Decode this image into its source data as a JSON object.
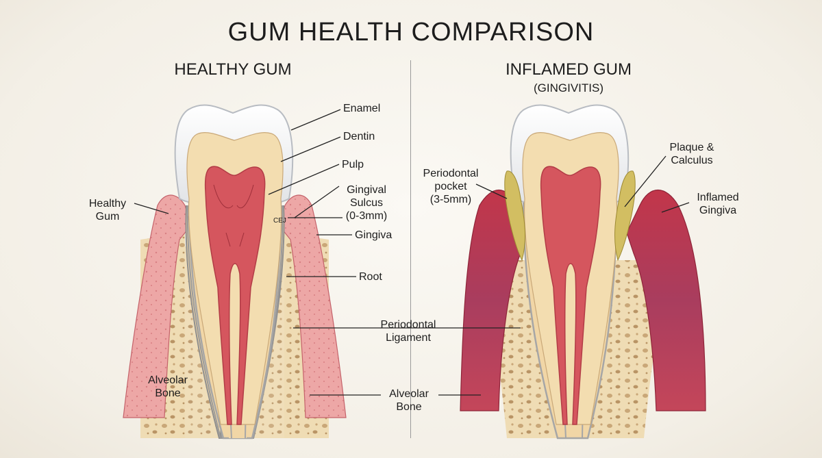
{
  "title": "GUM HEALTH COMPARISON",
  "left_panel": {
    "title": "HEALTHY GUM",
    "labels": {
      "enamel": "Enamel",
      "dentin": "Dentin",
      "pulp": "Pulp",
      "gingival_sulcus": "Gingival\nSulcus\n(0-3mm)",
      "cej": "CEJ",
      "gingiva": "Gingiva",
      "root": "Root",
      "healthy_gum": "Healthy\nGum",
      "alveolar_bone": "Alveolar\nBone"
    }
  },
  "right_panel": {
    "title": "INFLAMED GUM",
    "subtitle": "(GINGIVITIS)",
    "labels": {
      "periodontal_pocket": "Periodontal\npocket\n(3-5mm)",
      "plaque_calculus": "Plaque &\nCalculus",
      "inflamed_gingiva": "Inflamed\nGingiva"
    }
  },
  "shared_labels": {
    "periodontal_ligament": "Periodontal\nLigament",
    "alveolar_bone": "Alveolar\nBone"
  },
  "colors": {
    "enamel": "#f4f3f0",
    "dentin": "#f3ddb0",
    "pulp": "#d5565e",
    "healthy_gum": "#eda7a6",
    "inflamed_gum": "#b8354a",
    "bone": "#efdcb4",
    "plaque": "#d2be62"
  }
}
